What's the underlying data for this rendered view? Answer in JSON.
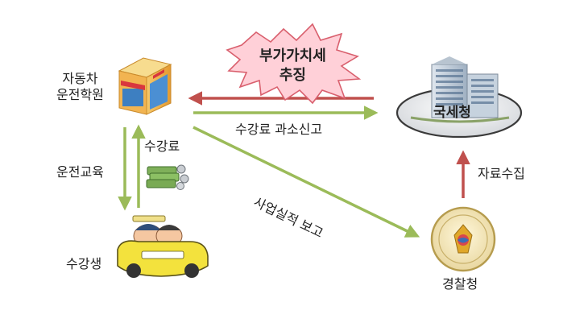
{
  "nodes": {
    "school": "자동차\n운전학원",
    "tax_office": "국세청",
    "student": "수강생",
    "police": "경찰청"
  },
  "badge": {
    "title": "부가가치세\n추징"
  },
  "edges": {
    "fee_underreport": "수강료 과소신고",
    "fee": "수강료",
    "driving_education": "운전교육",
    "performance_report": "사업실적 보고",
    "data_collection": "자료수집"
  },
  "colors": {
    "green_arrow": "#9bbb59",
    "red_arrow": "#c0504d",
    "burst_fill": "#ffd0d8",
    "burst_stroke": "#d9606e"
  },
  "icons": {
    "school": "building-icon",
    "tax_office": "office-tower-icon",
    "student": "driving-car-icon",
    "fee": "money-stack-icon",
    "police": "police-badge-icon"
  }
}
